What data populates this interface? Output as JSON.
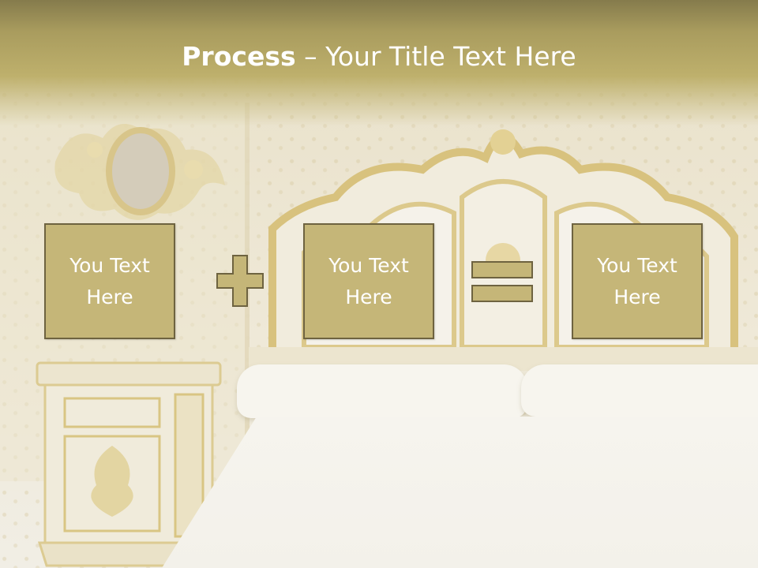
{
  "slide": {
    "title_bold": "Process",
    "title_rest": " – Your Title Text Here",
    "boxes": [
      {
        "label": "You Text Here"
      },
      {
        "label": "You Text Here"
      },
      {
        "label": "You Text Here"
      }
    ],
    "operators": [
      "plus-icon",
      "equals-icon"
    ]
  },
  "colors": {
    "title_bar": "#b0a263",
    "box_fill": "#c5b678",
    "box_border": "#6e6340",
    "text": "#ffffff"
  }
}
